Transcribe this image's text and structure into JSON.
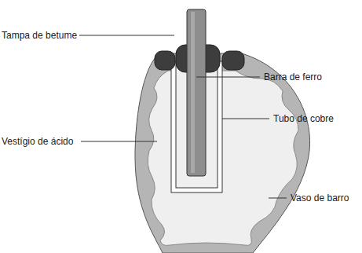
{
  "diagram": {
    "labels": [
      "Tampa de betume",
      "Barra de ferro",
      "Tubo de cobre",
      "Vestígio de ácido",
      "Vaso de barro"
    ]
  }
}
